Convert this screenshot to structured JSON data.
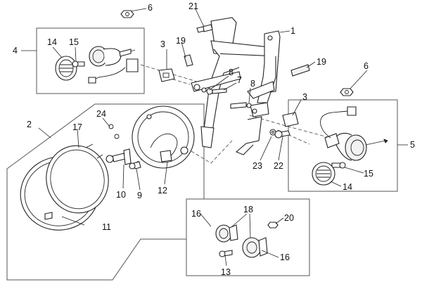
{
  "labels": {
    "l1": "1",
    "l2": "2",
    "l3a": "3",
    "l3b": "3",
    "l4": "4",
    "l5": "5",
    "l6a": "6",
    "l6b": "6",
    "l7": "7",
    "l8a": "8",
    "l8b": "8",
    "l9": "9",
    "l10": "10",
    "l11": "11",
    "l12": "12",
    "l13": "13",
    "l14a": "14",
    "l14b": "14",
    "l15a": "15",
    "l15b": "15",
    "l16a": "16",
    "l16b": "16",
    "l17": "17",
    "l18": "18",
    "l19a": "19",
    "l19b": "19",
    "l20": "20",
    "l21": "21",
    "l22": "22",
    "l23": "23",
    "l24": "24"
  }
}
